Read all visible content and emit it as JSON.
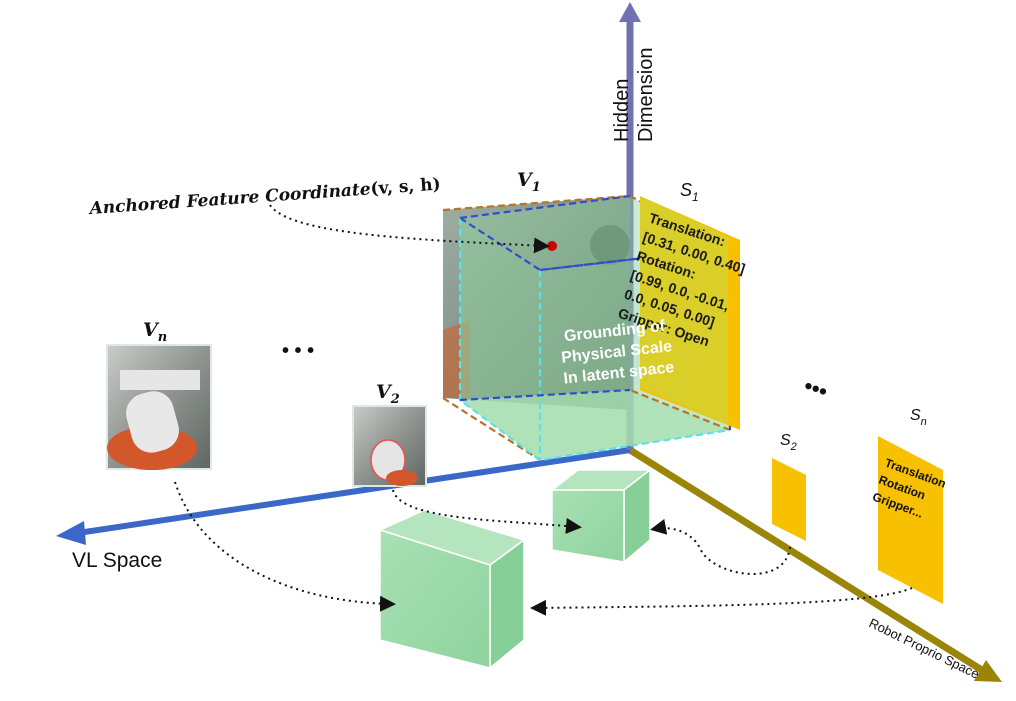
{
  "axes": {
    "hidden_dimension": [
      "Hidden",
      "Dimension"
    ],
    "vl_space": "VL Space",
    "robot_proprio_space": "Robot Proprio Space"
  },
  "anchored": {
    "label": "Anchored Feature Coordinate",
    "args": "(v, s, h)"
  },
  "views": {
    "v1": {
      "name": "V",
      "sub": "1"
    },
    "v2": {
      "name": "V",
      "sub": "2"
    },
    "vn": {
      "name": "V",
      "sub": "n"
    }
  },
  "states": {
    "s1": {
      "name": "S",
      "sub": "1"
    },
    "s2": {
      "name": "S",
      "sub": "2"
    },
    "sn": {
      "name": "S",
      "sub": "n"
    }
  },
  "s1_text": [
    "Translation:",
    "[0.31, 0.00, 0.40]",
    "Rotation:",
    "[0.99, 0.0, -0.01,",
    "0.0, 0.05, 0.00]",
    "Gripper: Open"
  ],
  "sn_text": [
    "Translation",
    "Rotation",
    "Gripper..."
  ],
  "grounding": [
    "Grounding of",
    "Physical Scale",
    "In latent space"
  ],
  "ellipsis_left": "• • •",
  "ellipsis_right": "•••",
  "colors": {
    "hidden_axis": "#7271b0",
    "vl_axis": "#3a67c8",
    "proprio_axis": "#9a8509",
    "cube_face": "#8fd39e",
    "state_panel": "#f7c000",
    "dotted": "#111111",
    "anchor_dot": "#d00000"
  }
}
